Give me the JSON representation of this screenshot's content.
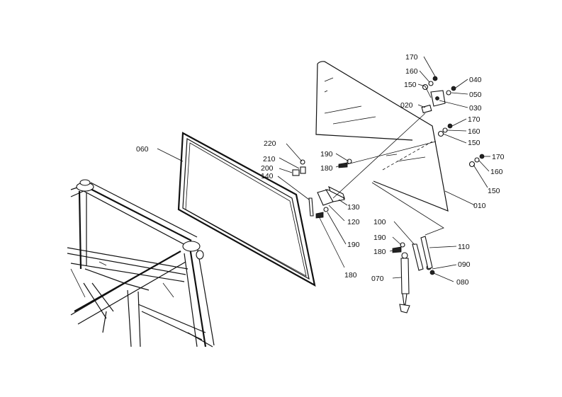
{
  "diagram": {
    "labels": {
      "p010": "010",
      "p020": "020",
      "p030": "030",
      "p040": "040",
      "p050": "050",
      "p060": "060",
      "p070": "070",
      "p080": "080",
      "p090": "090",
      "p100": "100",
      "p110": "110",
      "p120": "120",
      "p130": "130",
      "p140": "140",
      "p150a": "150",
      "p150b": "150",
      "p150c": "150",
      "p160a": "160",
      "p160b": "160",
      "p160c": "160",
      "p170a": "170",
      "p170b": "170",
      "p170c": "170",
      "p180a": "180",
      "p180b": "180",
      "p180c": "180",
      "p190a": "190",
      "p190b": "190",
      "p190c": "190",
      "p200": "200",
      "p210": "210",
      "p220": "220"
    }
  }
}
